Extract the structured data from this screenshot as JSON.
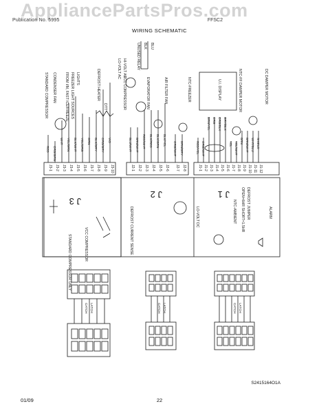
{
  "watermark": "AppliancePartsPros.com",
  "header": {
    "left": "Publication No. 5995",
    "right": "FFSC2",
    "title": "WIRING SCHEMATIC"
  },
  "footer": {
    "date": "01/09",
    "page": "22",
    "part_id": "S2415164O1A"
  },
  "components": {
    "unused_relay": "UNUSED RELAY",
    "wire_blk": "BLK",
    "wire_blu": "BLU",
    "hi_volt_ac": "HI-VOLT AC",
    "lo_volt_ac": "LO-VOLT AC",
    "defrost_heater": "DEFROST HEATER",
    "lights": "LIGHTS",
    "freezer_light_sources": "FREEZER LIGHT SOURCES",
    "from_ice_maker": "FROM I/M, FAST ICE/FREEZE",
    "condenser_fan": "CONDENSER FAN",
    "standard_compressor": "STANDARD COMPRESSOR",
    "vcc_compressor": "VCC COMPRESSOR",
    "evaporator_fan": "EVAPORATOR FAN",
    "air_filter_fan": "AIR FILTER FAN",
    "ntc_freezer": "NTC-FREEZER",
    "ui_display": "U.I. DISPLAY",
    "ntc_ff_damper": "NTC-FF DAMPER MOTOR",
    "dc_damper_motor": "DC DAMPER MOTOR",
    "dtt": "DTT",
    "lo_volt_dc": "LO-VOLT DC",
    "defrost_current_sense": "DEFROST CURRENT SENSE",
    "defrost_jumper": "DEFROST JUMPER",
    "factory_jumper": "OPEN=6HR SHORT=1.5HR",
    "ntc_ambient": "NTC-AMBIENT",
    "alarm": "ALARM",
    "standard_compressor_only": "STANDARD COMPRESSOR ONLY",
    "vcc_compressor_box": "VCC COMPRESSOR",
    "latch": "LATCH",
    "catch": "CATCH"
  },
  "connectors": {
    "j1": "J 1",
    "j2": "J 2",
    "j3": "J 3",
    "j1_pins": [
      "J1-1",
      "J1-2",
      "J1-3",
      "J1-4",
      "J1-5",
      "J1-6",
      "J1-7",
      "J1-8",
      "J1-9",
      "J1-10",
      "J1-11",
      "J1-12"
    ],
    "j2_pins": [
      "J2-1",
      "J2-2",
      "J2-3",
      "J2-4",
      "J2-5",
      "J2-6",
      "J2-7",
      "J2-8"
    ],
    "j3_pins": [
      "J3-1",
      "J3-2",
      "J3-3",
      "J3-4",
      "J3-5",
      "J3-6",
      "J3-7",
      "J3-8",
      "J3-9",
      "J3-10"
    ]
  },
  "wire_colors": {
    "j1": [
      "RED/YEL",
      "ORG/WHT",
      "BRN/YEL",
      "ORG",
      "ORG/BLK",
      "GRY/BLK",
      "YEL",
      "YEL/WHT",
      "BRN",
      "BRN/WHT",
      "WHT/BLU",
      "SHIELD"
    ],
    "j2": [
      "BLU/WHT",
      "BRN/WHT",
      "RED/WHT",
      "BLK/RED",
      "BLK/GRN",
      "BLK/YEL",
      "ORG/WHT",
      "BRN/GRY"
    ],
    "j3": [
      "RED",
      "ORG/GRN",
      "WHT",
      "YEL/GRN",
      "BLK/WHT",
      "YEL/ORG",
      "GRN",
      "BLK/GRY",
      "ORG/GRY",
      "VIO"
    ]
  },
  "colors": {
    "line": "#1a1a1a",
    "watermark": "#969696",
    "background": "#ffffff"
  }
}
